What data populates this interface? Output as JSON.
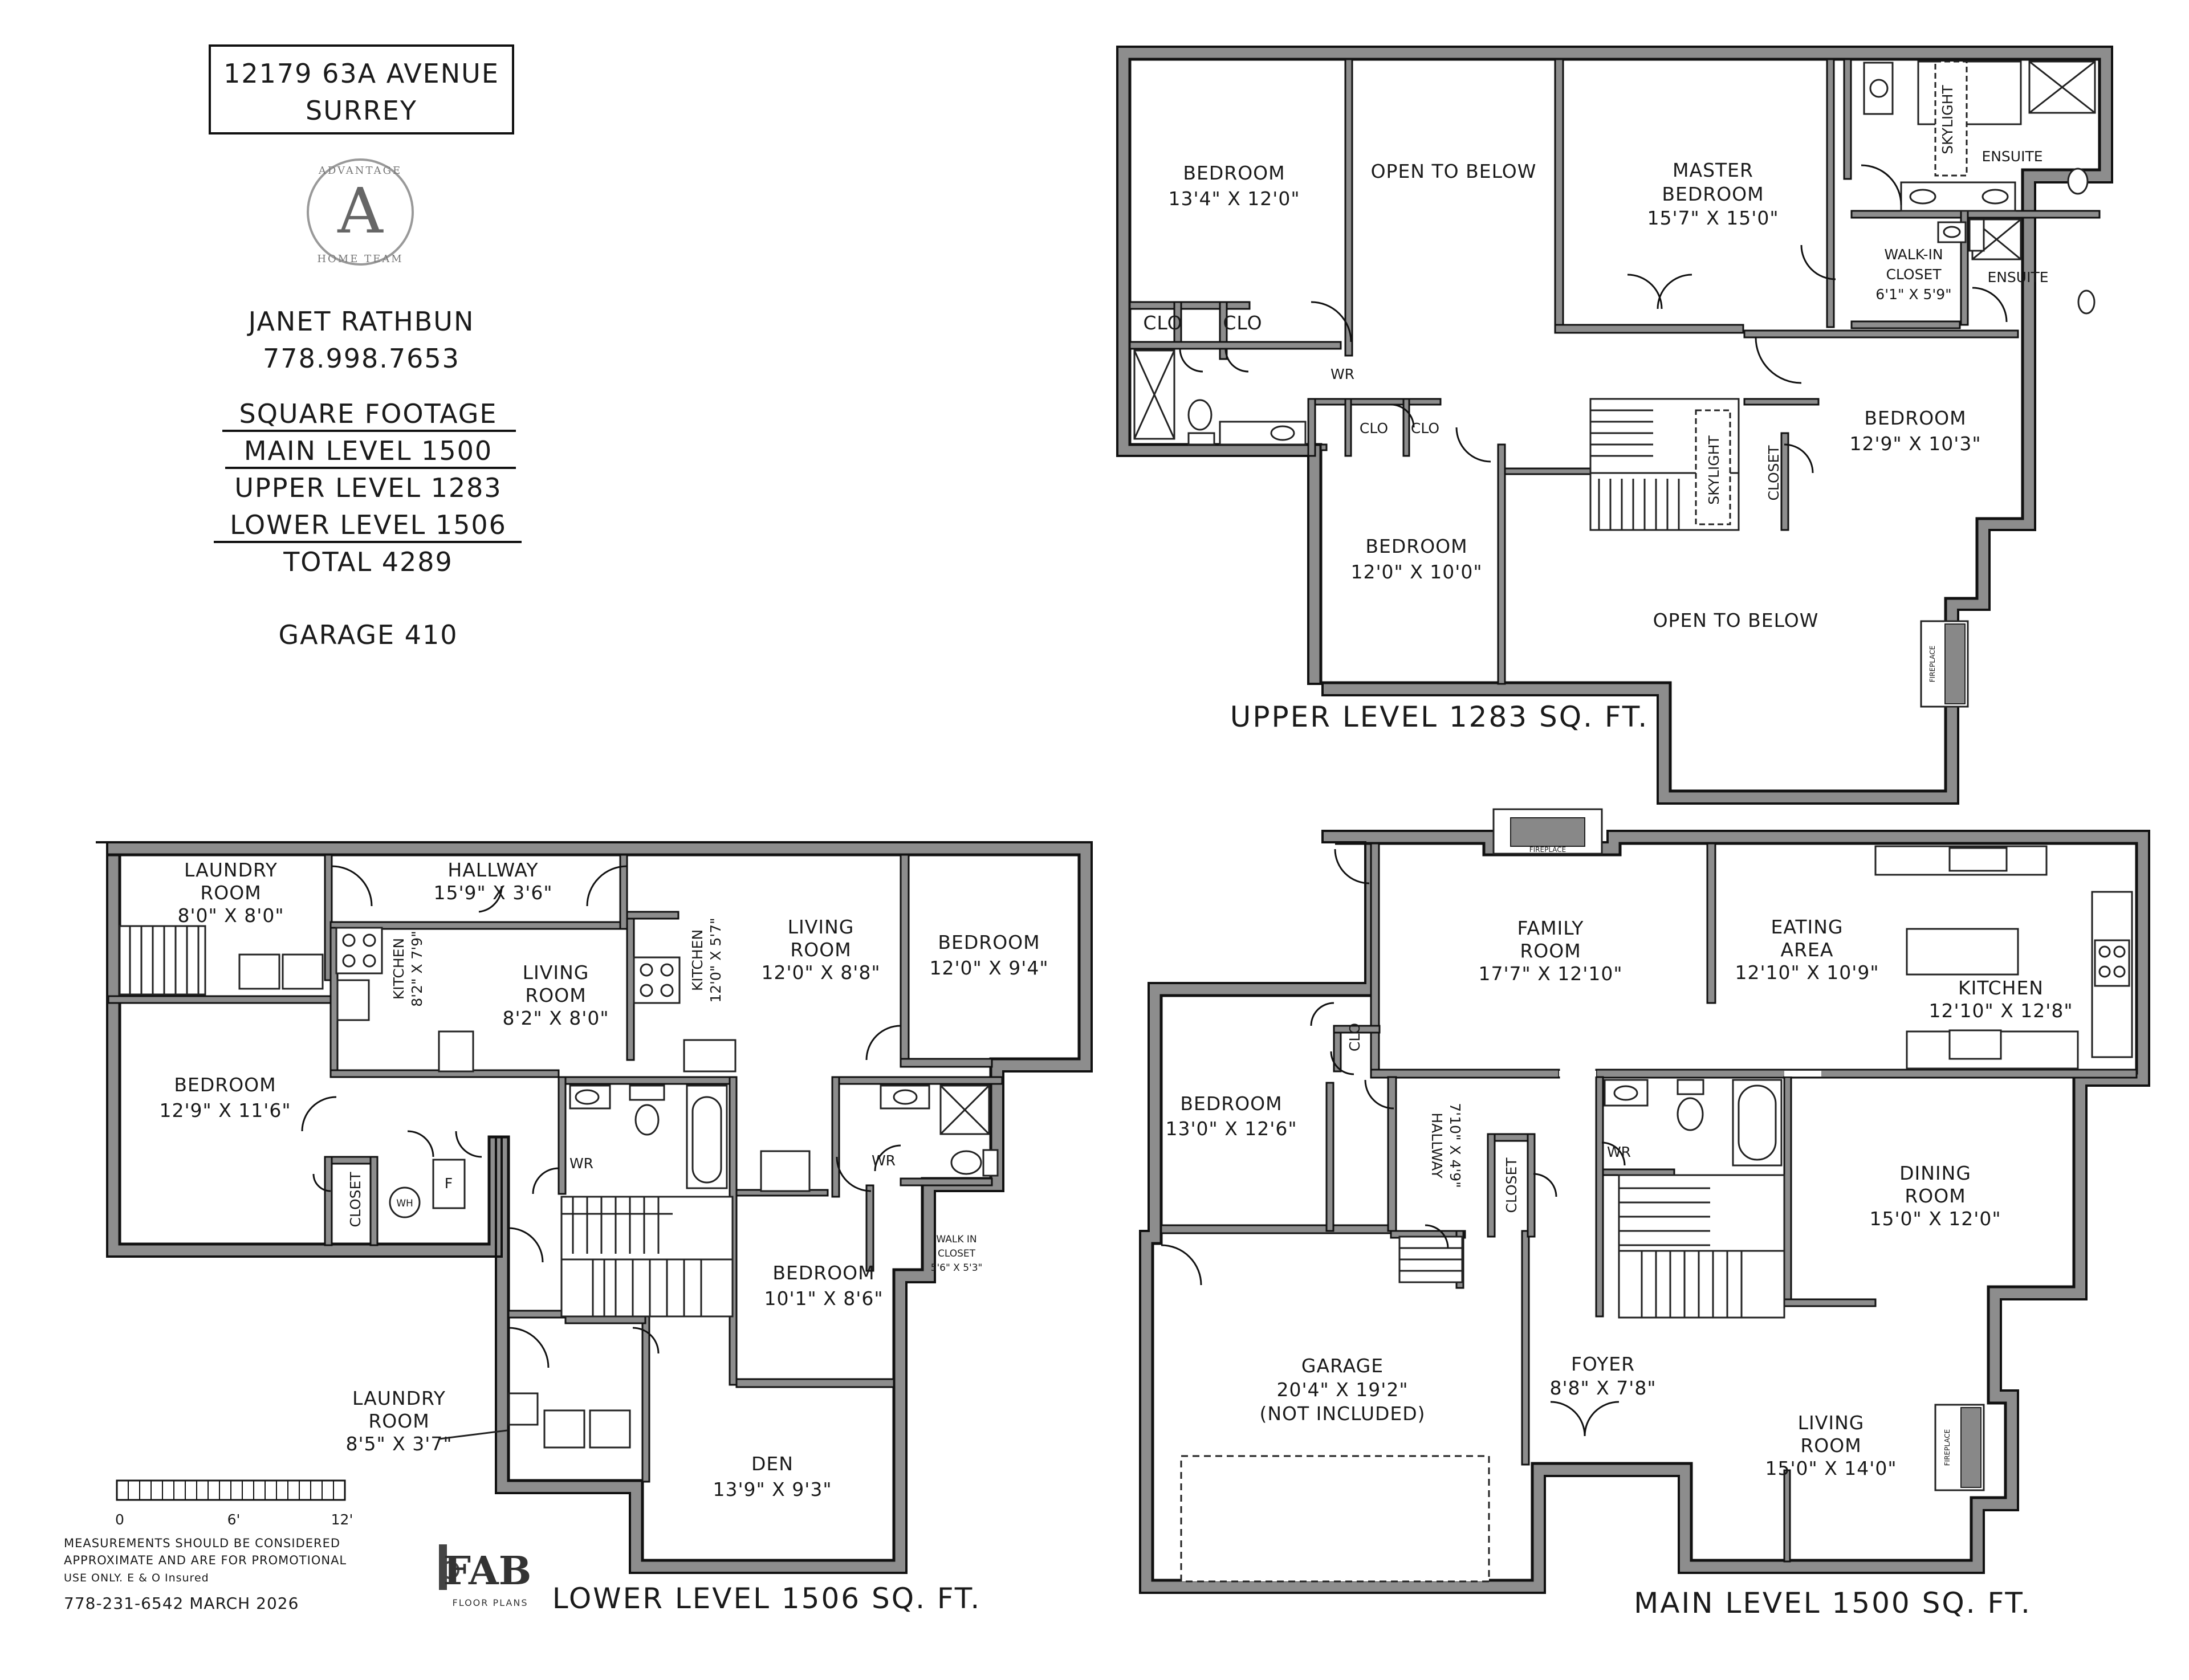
{
  "header": {
    "address_line1": "12179 63A AVENUE",
    "address_line2": "SURREY",
    "logo_top": "ADVANTAGE",
    "logo_letter": "A",
    "logo_bottom": "HOME TEAM",
    "agent_name": "JANET RATHBUN",
    "agent_phone": "778.998.7653"
  },
  "square_footage": {
    "heading": "SQUARE FOOTAGE",
    "main": "MAIN LEVEL 1500",
    "upper": "UPPER LEVEL 1283",
    "lower": "LOWER LEVEL 1506",
    "total": "TOTAL 4289",
    "garage": "GARAGE 410"
  },
  "levels": {
    "upper_title": "UPPER LEVEL 1283 SQ. FT.",
    "lower_title": "LOWER LEVEL 1506 SQ. FT.",
    "main_title": "MAIN LEVEL 1500 SQ. FT."
  },
  "upper_rooms": {
    "bedroom1": {
      "name": "BEDROOM",
      "dim": "13'4\" X 12'0\""
    },
    "open1": {
      "name": "OPEN TO BELOW"
    },
    "master": {
      "name1": "MASTER",
      "name2": "BEDROOM",
      "dim": "15'7\" X 15'0\""
    },
    "ensuite1": {
      "name": "ENSUITE"
    },
    "skylight1": {
      "name": "SKYLIGHT"
    },
    "walkin": {
      "name1": "WALK-IN",
      "name2": "CLOSET",
      "dim": "6'1\" X 5'9\""
    },
    "ensuite2": {
      "name": "ENSUITE"
    },
    "clo1": {
      "name": "CLO"
    },
    "clo2": {
      "name": "CLO"
    },
    "clo3": {
      "name": "CLO"
    },
    "clo4": {
      "name": "CLO"
    },
    "wr": {
      "name": "WR"
    },
    "skylight2": {
      "name": "SKYLIGHT"
    },
    "closet": {
      "name": "CLOSET"
    },
    "bedroom2": {
      "name": "BEDROOM",
      "dim": "12'9\" X 10'3\""
    },
    "bedroom3": {
      "name": "BEDROOM",
      "dim": "12'0\" X 10'0\""
    },
    "open2": {
      "name": "OPEN TO BELOW"
    },
    "fireplace": {
      "name": "FIREPLACE"
    }
  },
  "lower_rooms": {
    "laundry1": {
      "name1": "LAUNDRY",
      "name2": "ROOM",
      "dim": "8'0\" X 8'0\""
    },
    "hallway": {
      "name": "HALLWAY",
      "dim": "15'9\" X 3'6\""
    },
    "kitchen1": {
      "name": "KITCHEN",
      "dim": "8'2\" X 7'9\""
    },
    "living1": {
      "name1": "LIVING",
      "name2": "ROOM",
      "dim": "8'2\" X 8'0\""
    },
    "kitchen2": {
      "name": "KITCHEN",
      "dim": "12'0\" X 5'7\""
    },
    "living2": {
      "name1": "LIVING",
      "name2": "ROOM",
      "dim": "12'0\" X 8'8\""
    },
    "bedroom1": {
      "name": "BEDROOM",
      "dim": "12'0\" X 9'4\""
    },
    "bedroom2": {
      "name": "BEDROOM",
      "dim": "12'9\" X 11'6\""
    },
    "wr1": {
      "name": "WR"
    },
    "wr2": {
      "name": "WR"
    },
    "closet": {
      "name": "CLOSET"
    },
    "wh": {
      "name": "WH"
    },
    "f": {
      "name": "F"
    },
    "walkin": {
      "name1": "WALK IN",
      "name2": "CLOSET",
      "dim": "5'6\" X 5'3\""
    },
    "bedroom3": {
      "name": "BEDROOM",
      "dim": "10'1\" X 8'6\""
    },
    "laundry2": {
      "name1": "LAUNDRY",
      "name2": "ROOM",
      "dim": "8'5\" X 3'7\""
    },
    "den": {
      "name": "DEN",
      "dim": "13'9\" X 9'3\""
    }
  },
  "main_rooms": {
    "fireplace1": {
      "name": "FIREPLACE"
    },
    "family": {
      "name1": "FAMILY",
      "name2": "ROOM",
      "dim": "17'7\" X 12'10\""
    },
    "eating": {
      "name1": "EATING",
      "name2": "AREA",
      "dim": "12'10\" X 10'9\""
    },
    "kitchen": {
      "name": "KITCHEN",
      "dim": "12'10\" X 12'8\""
    },
    "clo": {
      "name": "CLO"
    },
    "bedroom": {
      "name": "BEDROOM",
      "dim": "13'0\" X 12'6\""
    },
    "hallway": {
      "name": "HALLWAY",
      "dim": "7'10\" X 4'9\""
    },
    "closet": {
      "name": "CLOSET"
    },
    "wr": {
      "name": "WR"
    },
    "dining": {
      "name1": "DINING",
      "name2": "ROOM",
      "dim": "15'0\" X 12'0\""
    },
    "garage": {
      "name": "GARAGE",
      "dim": "20'4\" X 19'2\"",
      "note": "(NOT INCLUDED)"
    },
    "foyer": {
      "name": "FOYER",
      "dim": "8'8\" X 7'8\""
    },
    "living": {
      "name1": "LIVING",
      "name2": "ROOM",
      "dim": "15'0\" X 14'0\""
    },
    "fireplace2": {
      "name": "FIREPLACE"
    }
  },
  "scale": {
    "t0": "0",
    "t1": "6'",
    "t2": "12'"
  },
  "footer": {
    "note1": "MEASUREMENTS SHOULD BE CONSIDERED",
    "note2": "APPROXIMATE AND ARE FOR PROMOTIONAL",
    "note3": "USE ONLY.  E & O Insured",
    "contact": "778-231-6542   MARCH  2026",
    "brand": "FAB",
    "brand_sub": "FLOOR PLANS"
  },
  "colors": {
    "wall": "#8d8d8d",
    "ink": "#1a1a1a",
    "background": "#ffffff"
  }
}
